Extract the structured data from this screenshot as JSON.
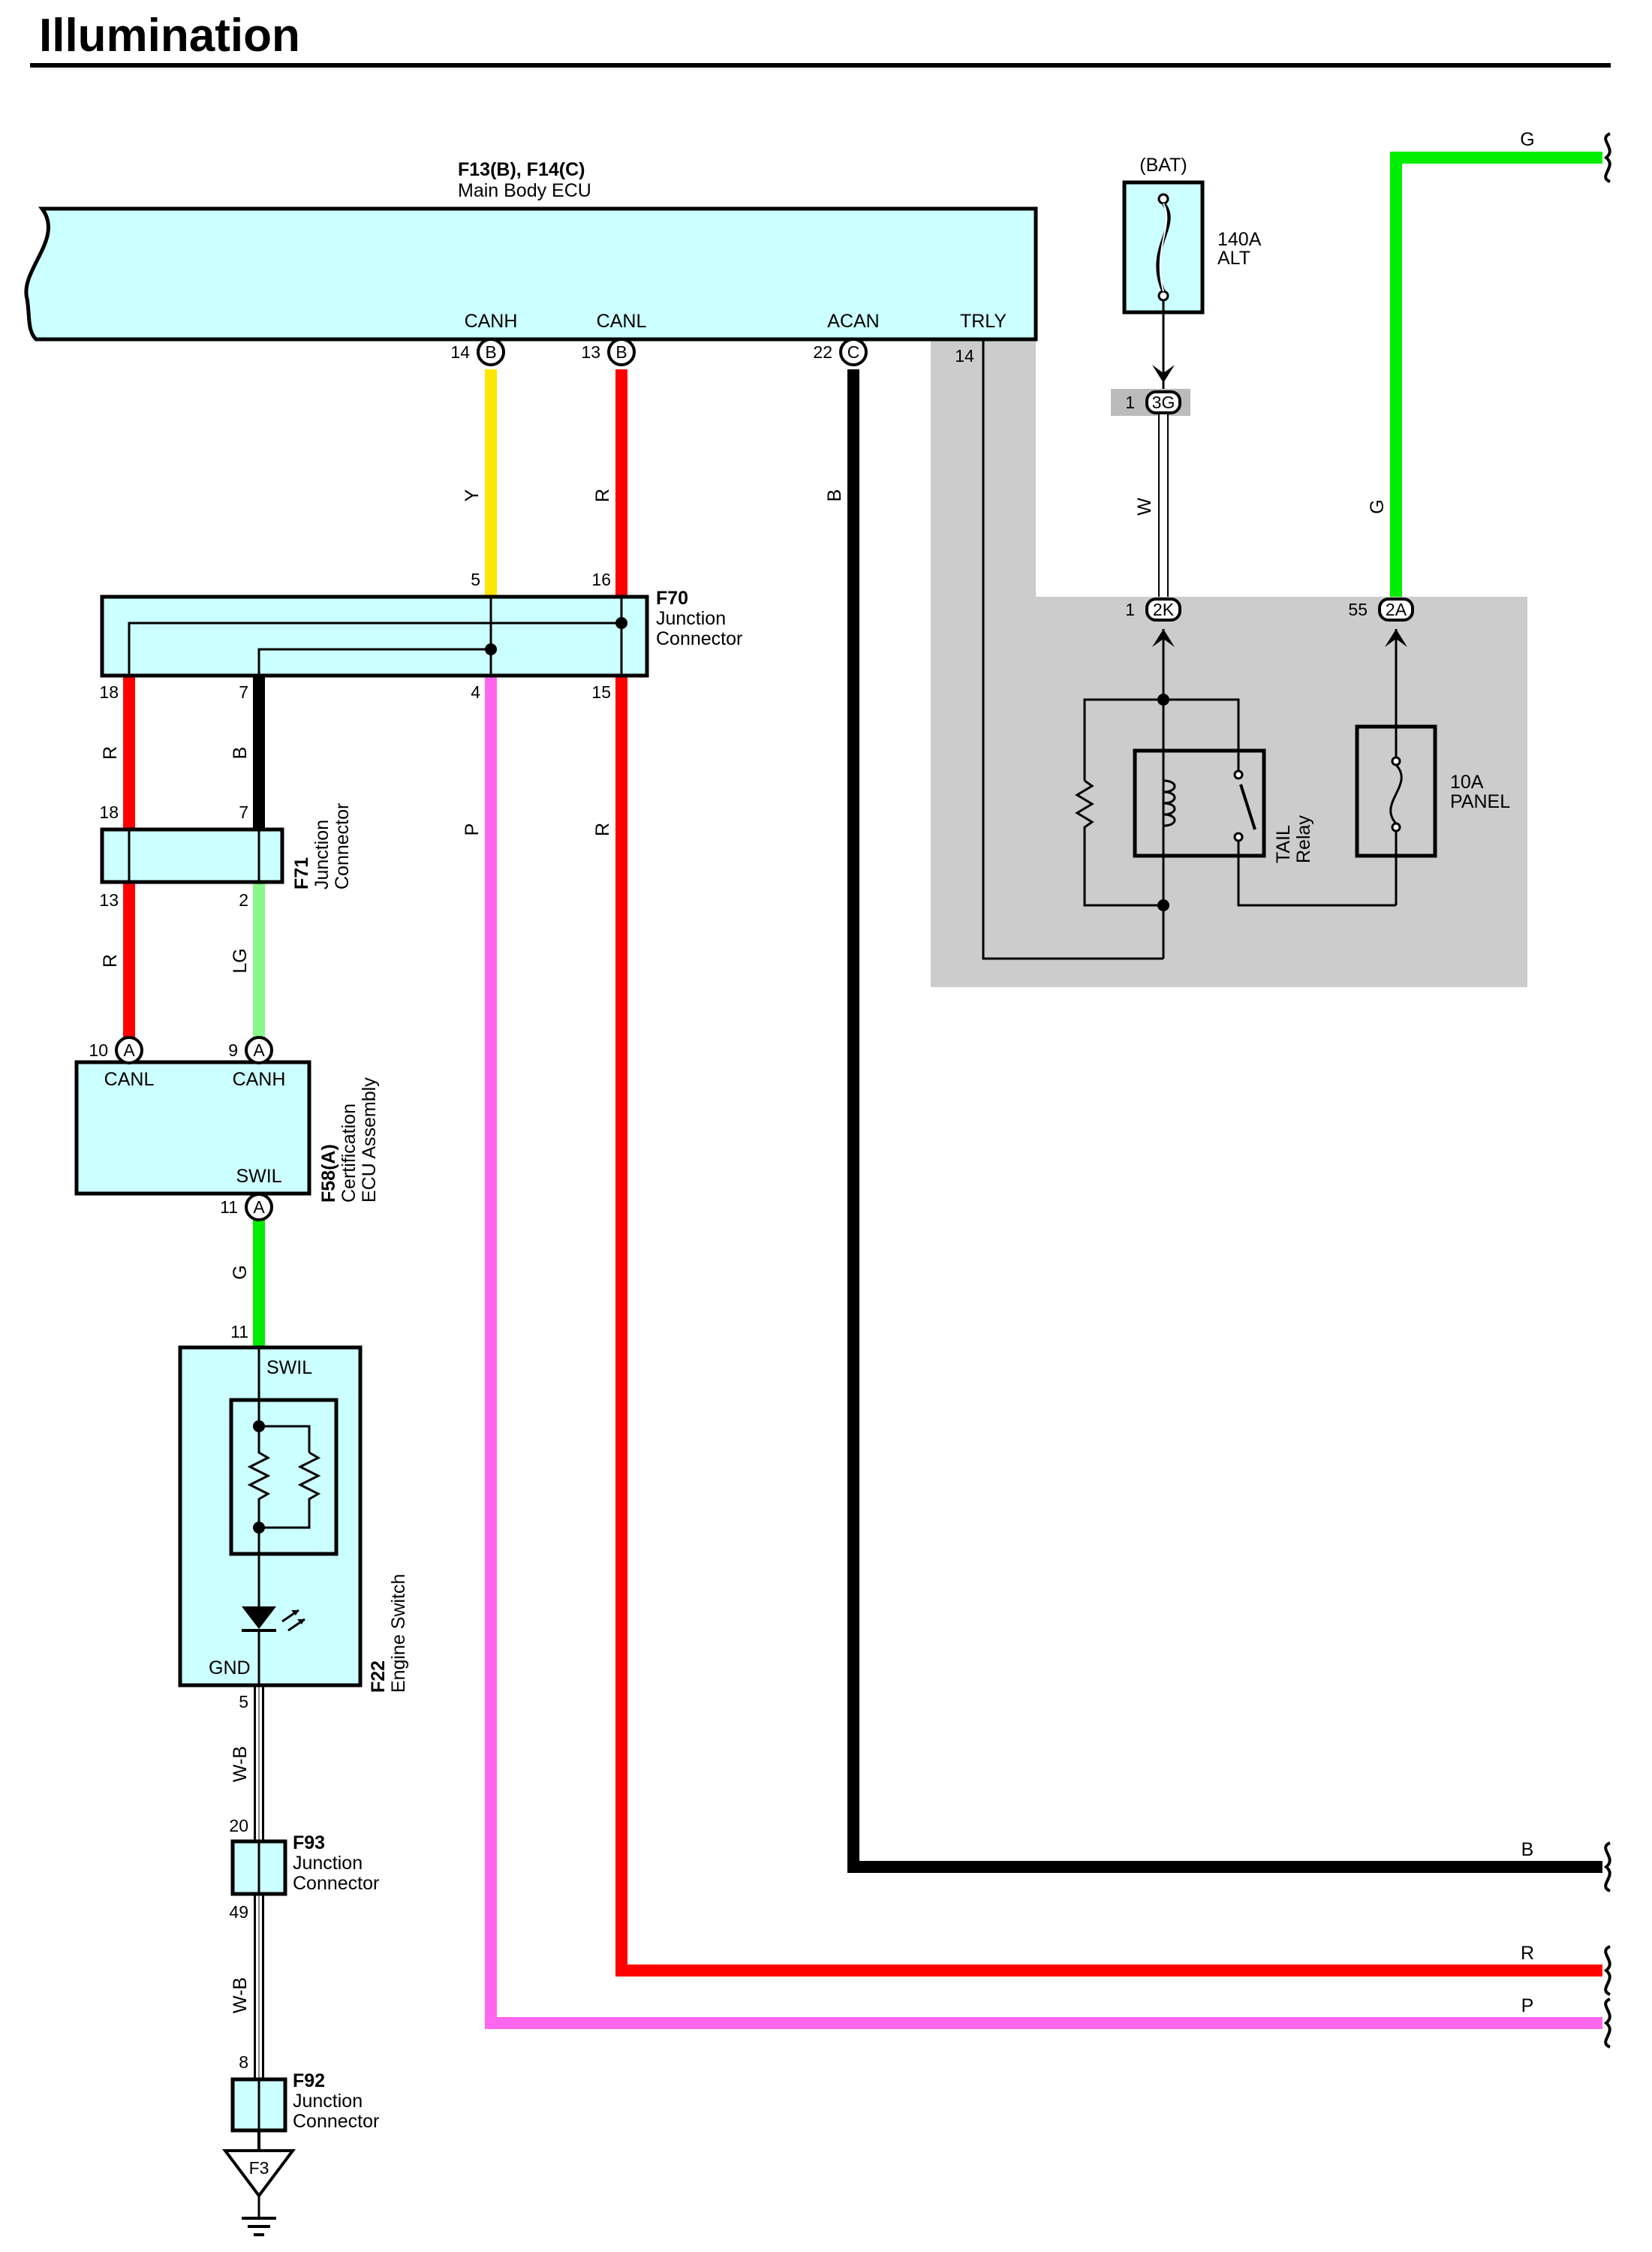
{
  "title": "Illumination",
  "colors": {
    "Y": "#ffe600",
    "R": "#ff0000",
    "B": "#000000",
    "P": "#ff66ee",
    "G": "#00ee00",
    "LG": "#88f888",
    "W": "#ffffff",
    "WB": "#888888",
    "component_fill": "#ccffff",
    "shaded_area": "#cccccc"
  },
  "components": {
    "main_body_ecu": {
      "code": "F13(B), F14(C)",
      "name": "Main Body ECU",
      "terminals": {
        "canh": "CANH",
        "canl": "CANL",
        "acan": "ACAN",
        "trly": "TRLY"
      }
    },
    "f70": {
      "code": "F70",
      "name1": "Junction",
      "name2": "Connector"
    },
    "f71": {
      "code": "F71",
      "name1": "Junction",
      "name2": "Connector"
    },
    "f58": {
      "code": "F58(A)",
      "name1": "Certification",
      "name2": "ECU Assembly",
      "terminals": {
        "canl": "CANL",
        "canh": "CANH",
        "swil": "SWIL"
      }
    },
    "f22": {
      "code": "F22",
      "name": "Engine Switch",
      "terminals": {
        "swil": "SWIL",
        "gnd": "GND"
      }
    },
    "f93": {
      "code": "F93",
      "name1": "Junction",
      "name2": "Connector"
    },
    "f92": {
      "code": "F92",
      "name1": "Junction",
      "name2": "Connector"
    },
    "ground": {
      "code": "F3"
    },
    "bat": {
      "label": "(BAT)",
      "fuse1": "140A",
      "fuse2": "ALT"
    },
    "tail_relay": {
      "name1": "TAIL",
      "name2": "Relay"
    },
    "panel_fuse": {
      "rating": "10A",
      "name": "PANEL"
    }
  },
  "connectors": {
    "ecu_b": "B",
    "ecu_c": "C",
    "a": "A",
    "k3g": "3G",
    "k2k": "2K",
    "k2a": "2A"
  },
  "pins": {
    "ecu_canh": "14",
    "ecu_canl": "13",
    "ecu_acan": "22",
    "ecu_trly": "14",
    "f70_5": "5",
    "f70_16": "16",
    "f70_18": "18",
    "f70_7": "7",
    "f70_4": "4",
    "f70_15": "15",
    "f71_18": "18",
    "f71_7": "7",
    "f71_13": "13",
    "f71_2": "2",
    "f58_10": "10",
    "f58_9": "9",
    "f58_11": "11",
    "f22_11": "11",
    "f22_5": "5",
    "f93_20": "20",
    "f93_49": "49",
    "f92_8": "8",
    "bat_1": "1",
    "relay_1": "1",
    "panel_55": "55"
  },
  "wires": {
    "canh_y": "Y",
    "canl_r": "R",
    "acan_b": "B",
    "w": "W",
    "g_top": "G",
    "f70_r": "R",
    "f70_b": "B",
    "f70_p": "P",
    "f70_r2": "R",
    "f71_r": "R",
    "f71_lg": "LG",
    "swil_g": "G",
    "wb1": "W-B",
    "wb2": "W-B"
  },
  "right_exits": {
    "g": "G",
    "b": "B",
    "r": "R",
    "p": "P"
  }
}
